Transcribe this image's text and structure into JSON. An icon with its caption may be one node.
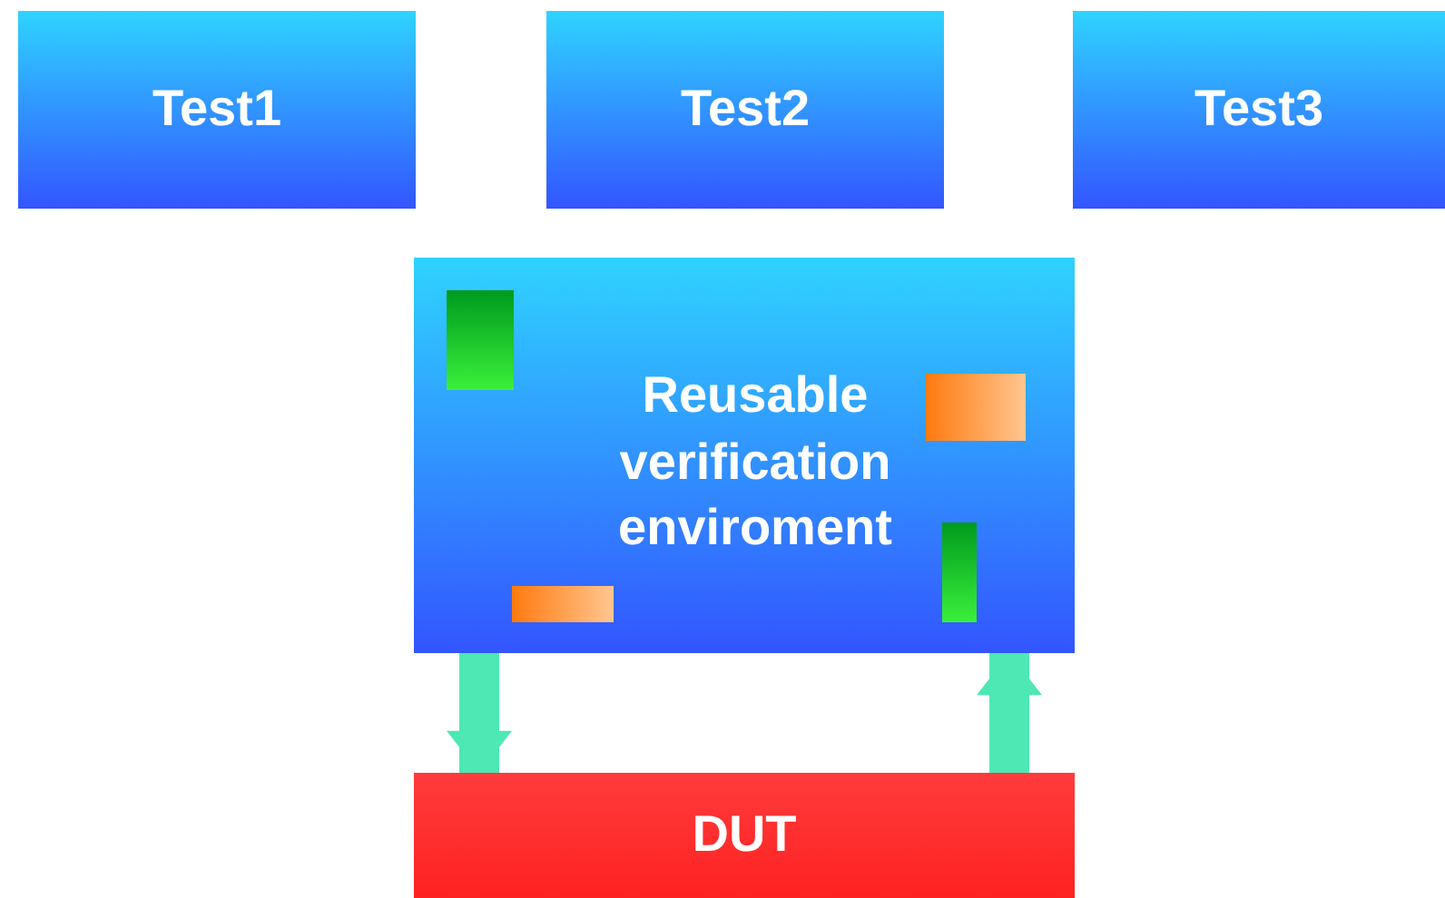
{
  "diagram": {
    "nodes": [
      {
        "text": [
          "Test1"
        ]
      },
      {
        "text": [
          "Test2"
        ]
      },
      {
        "text": [
          "Test3"
        ]
      },
      {
        "text": [
          "Reusable verification enviroment"
        ]
      },
      {
        "text": [
          "DUT"
        ]
      }
    ],
    "edges": [
      {
        "from": 3,
        "to": 4,
        "arrow": "to"
      },
      {
        "from": 4,
        "to": 3,
        "arrow": "to"
      }
    ]
  }
}
